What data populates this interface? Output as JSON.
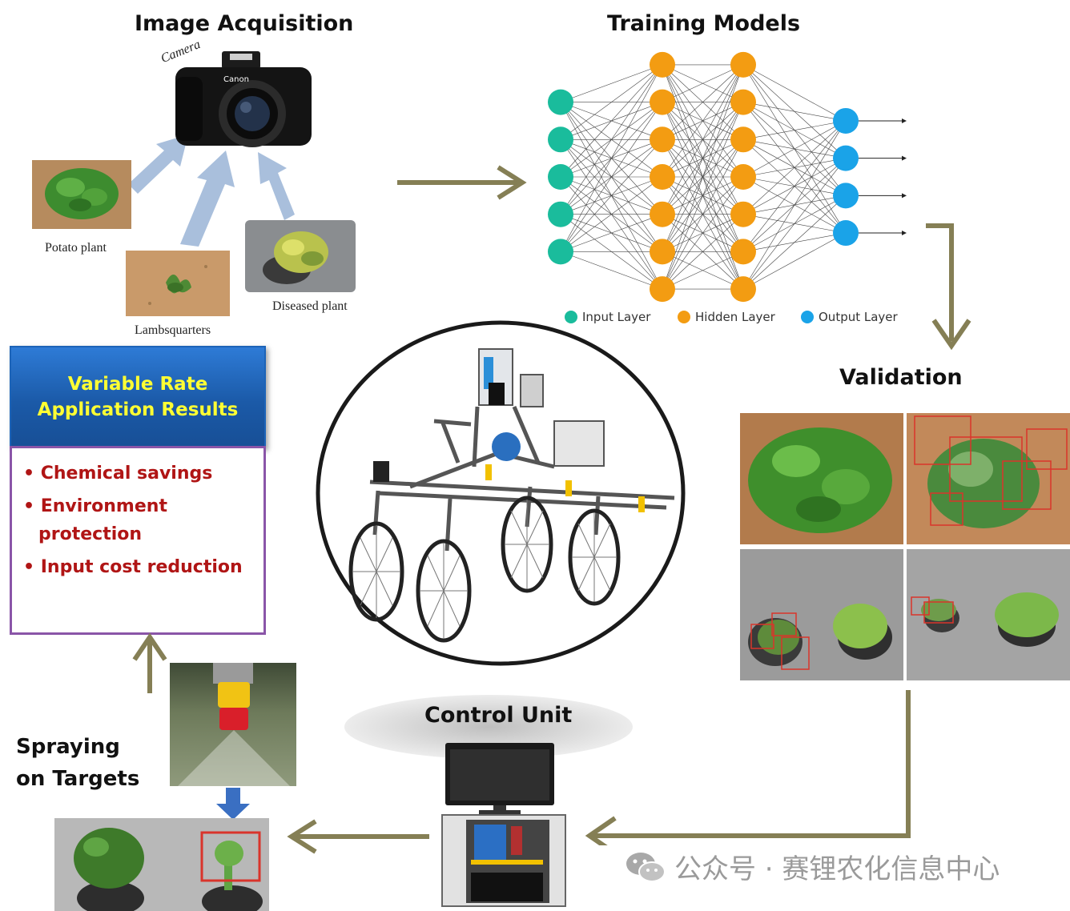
{
  "titles": {
    "image_acquisition": "Image Acquisition",
    "training_models": "Training Models",
    "validation": "Validation",
    "control_unit": "Control Unit",
    "spraying_line1": "Spraying",
    "spraying_line2": "on Targets"
  },
  "acquisition": {
    "camera_label": "Camera",
    "camera_brand": "Canon",
    "potato_label": "Potato plant",
    "lambsquarters_label": "Lambsquarters",
    "diseased_label": "Diseased plant"
  },
  "network": {
    "legend": [
      {
        "label": "Input Layer",
        "color": "#1abc9c"
      },
      {
        "label": "Hidden Layer",
        "color": "#f39c12"
      },
      {
        "label": "Output Layer",
        "color": "#1aa3e8"
      }
    ],
    "input_nodes": 5,
    "hidden_nodes": 7,
    "hidden_layers": 2,
    "output_nodes": 4
  },
  "results": {
    "title_line1": "Variable Rate",
    "title_line2": "Application Results",
    "items": [
      "Chemical savings",
      "Environment",
      "protection",
      "Input cost reduction"
    ]
  },
  "colors": {
    "arrow": "#857f55",
    "camera_arrows": "#a9bfdc",
    "header_blue": "#1b5aa8",
    "header_text": "#ffff33",
    "bullet_text": "#b01515",
    "box_border": "#8a55a8",
    "input_node": "#1abc9c",
    "hidden_node": "#f39c12",
    "output_node": "#1aa3e8"
  },
  "watermark": {
    "text": "公众号 · 赛锂农化信息中心",
    "icon": "wechat-icon"
  }
}
